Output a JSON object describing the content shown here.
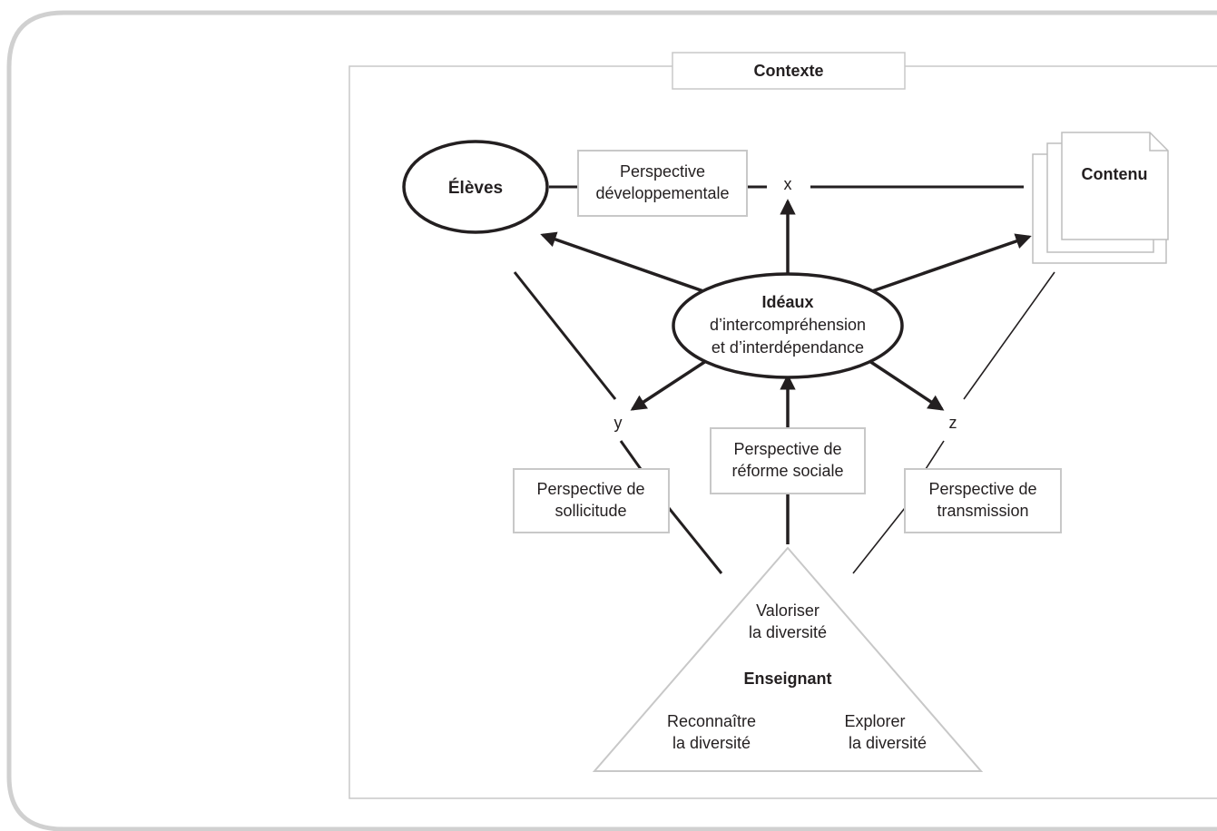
{
  "frame": {
    "title": "Contexte"
  },
  "nodes": {
    "students": "Élèves",
    "content": "Contenu",
    "ideals": {
      "title": "Idéaux",
      "line1": "d’intercompréhension",
      "line2": "et d’interdépendance"
    },
    "teacher": {
      "title": "Enseignant",
      "top_line1": "Valoriser",
      "top_line2": "la diversité",
      "left_line1": "Reconnaître",
      "left_line2": "la diversité",
      "right_line1": "Explorer",
      "right_line2": "la diversité"
    }
  },
  "perspectives": {
    "developmental": {
      "line1": "Perspective",
      "line2": "développementale"
    },
    "social_reform": {
      "line1": "Perspective de",
      "line2": "réforme sociale"
    },
    "care": {
      "line1": "Perspective de",
      "line2": "sollicitude"
    },
    "transmission": {
      "line1": "Perspective de",
      "line2": "transmission"
    }
  },
  "markers": {
    "x": "x",
    "y": "y",
    "z": "z"
  },
  "colors": {
    "stroke_dark": "#231f20",
    "stroke_light": "#c8c8c8"
  }
}
